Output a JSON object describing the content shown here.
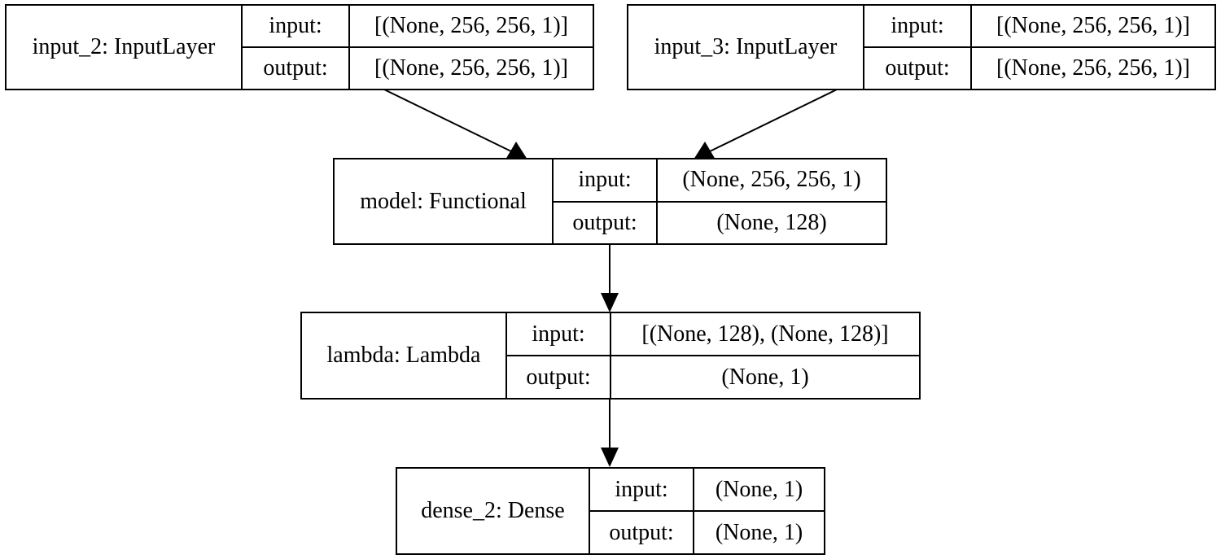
{
  "nodes": [
    {
      "id": "input_2",
      "name": "input_2: InputLayer",
      "input_label": "input:",
      "input_shape": "[(None, 256, 256, 1)]",
      "output_label": "output:",
      "output_shape": "[(None, 256, 256, 1)]"
    },
    {
      "id": "input_3",
      "name": "input_3: InputLayer",
      "input_label": "input:",
      "input_shape": "[(None, 256, 256, 1)]",
      "output_label": "output:",
      "output_shape": "[(None, 256, 256, 1)]"
    },
    {
      "id": "model",
      "name": "model: Functional",
      "input_label": "input:",
      "input_shape": "(None, 256, 256, 1)",
      "output_label": "output:",
      "output_shape": "(None, 128)"
    },
    {
      "id": "lambda",
      "name": "lambda: Lambda",
      "input_label": "input:",
      "input_shape": "[(None, 128), (None, 128)]",
      "output_label": "output:",
      "output_shape": "(None, 1)"
    },
    {
      "id": "dense_2",
      "name": "dense_2: Dense",
      "input_label": "input:",
      "input_shape": "(None, 1)",
      "output_label": "output:",
      "output_shape": "(None, 1)"
    }
  ],
  "edges": [
    {
      "from": "input_2",
      "to": "model"
    },
    {
      "from": "input_3",
      "to": "model"
    },
    {
      "from": "model",
      "to": "lambda"
    },
    {
      "from": "lambda",
      "to": "dense_2"
    }
  ]
}
